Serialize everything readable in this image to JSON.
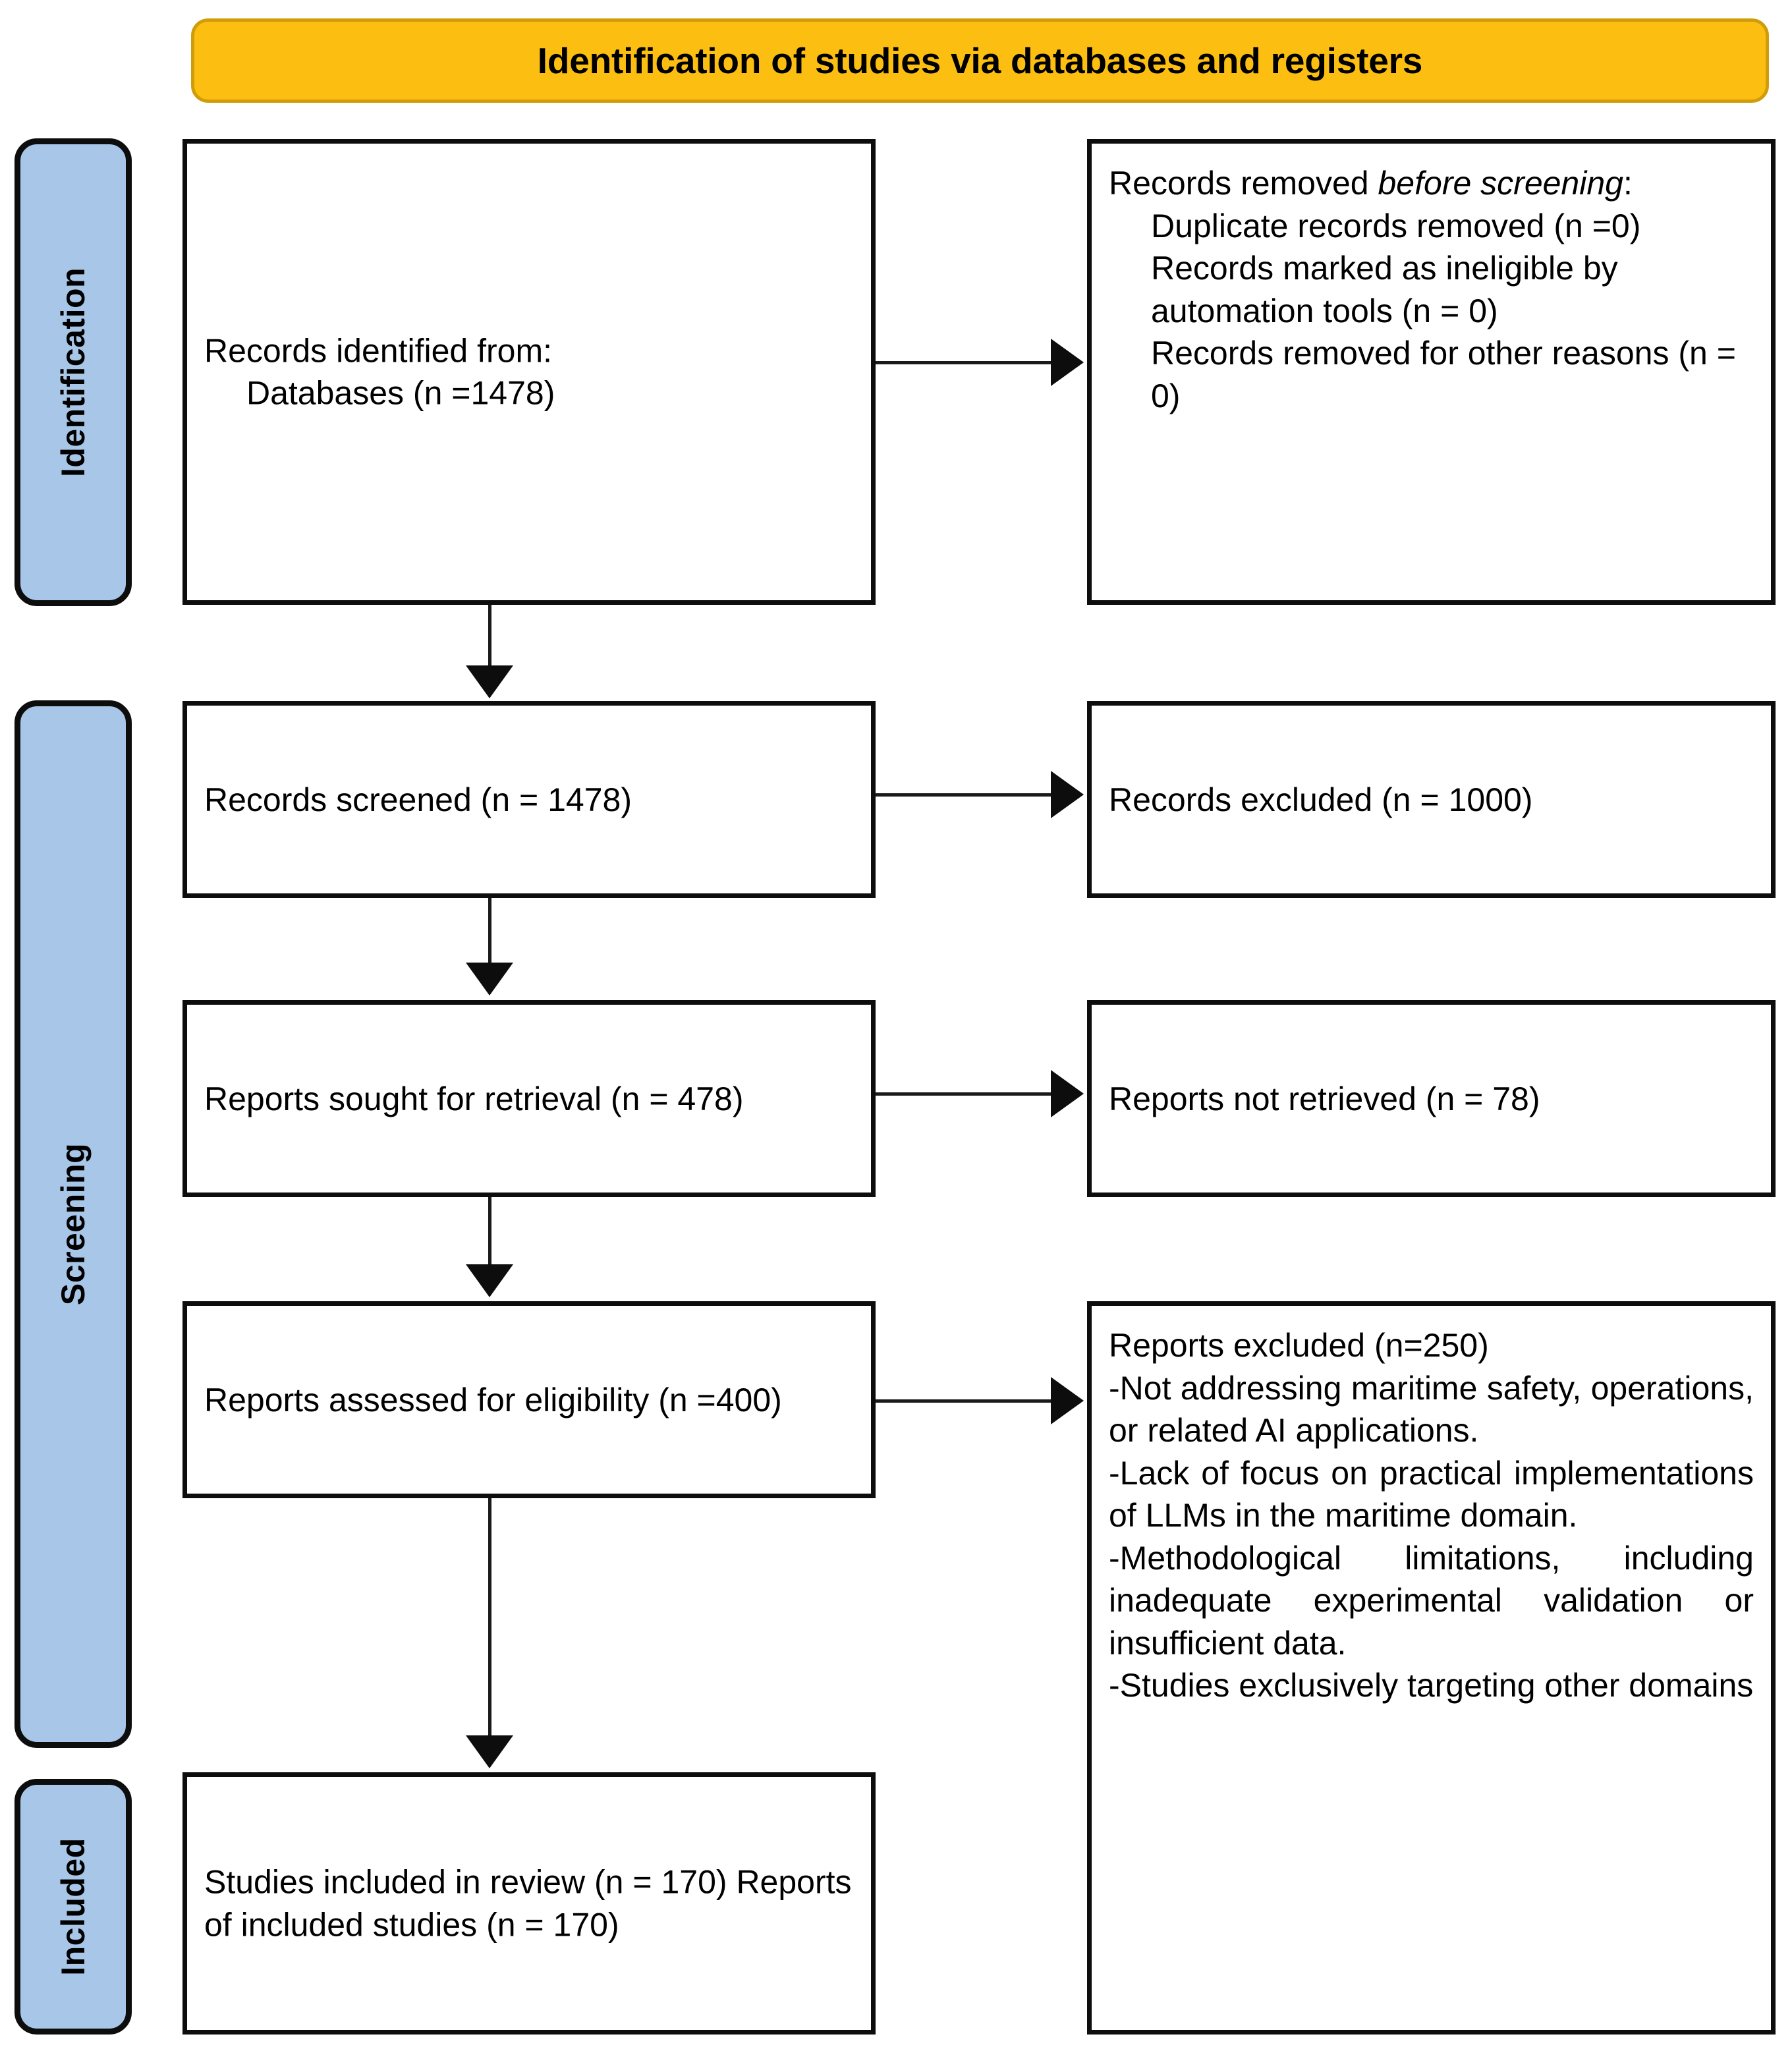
{
  "header": {
    "title": "Identification of studies via databases and registers",
    "banner_color": "#FCBF11",
    "banner_border_color": "#D09C0A"
  },
  "stages": {
    "sidebar_color": "#A7C6E8",
    "identification": "Identification",
    "screening": "Screening",
    "included": "Included"
  },
  "boxes": {
    "records_identified": {
      "line1": "Records identified from:",
      "line2": "Databases (n =1478)"
    },
    "records_removed": {
      "line1_part1": "Records removed ",
      "line1_italic": "before screening",
      "line1_part2": ":",
      "item1": "Duplicate records removed (n =0)",
      "item2": "Records marked as ineligible by automation tools (n = 0)",
      "item3": "Records removed for other reasons (n = 0)"
    },
    "records_screened": {
      "line1": "Records screened",
      "line2": "(n = 1478)"
    },
    "records_excluded": {
      "line1": "Records excluded",
      "line2": "(n = 1000)"
    },
    "reports_sought": {
      "line1": "Reports sought for retrieval",
      "line2": "(n = 478)"
    },
    "reports_not_retrieved": {
      "line1": "Reports not retrieved",
      "line2": "(n = 78)"
    },
    "reports_assessed": {
      "line1": "Reports assessed for eligibility",
      "line2": "(n =400)"
    },
    "reports_excluded": {
      "heading": "Reports excluded (n=250)",
      "reason1": "-Not addressing maritime safety, operations, or related AI applications.",
      "reason2": "-Lack of focus on practical implementations of LLMs in the maritime domain.",
      "reason3": "-Methodological limitations, including inadequate experimental validation or insufficient data.",
      "reason4": "-Studies exclusively targeting other domains"
    },
    "studies_included": {
      "line1": "Studies included in review",
      "line2": "(n = 170)",
      "line3": "Reports of included studies",
      "line4": "(n = 170)"
    }
  }
}
